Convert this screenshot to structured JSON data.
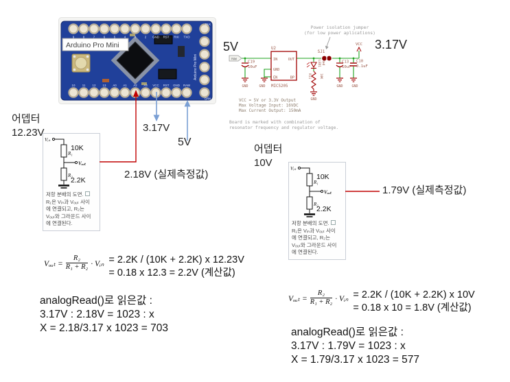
{
  "board": {
    "tooltip": "Arduino Pro Mini",
    "corner_top_label": "BLK",
    "corner_bottom_label": "GRN",
    "side_label": "Arduino Pro Mini",
    "top_pins": [
      "9",
      "8",
      "7",
      "6",
      "5",
      "4",
      "3",
      "2",
      "GND",
      "RST",
      "RXI",
      "TXO"
    ],
    "bottom_pins": [
      "10",
      "11",
      "12",
      "13",
      "A0",
      "A1",
      "A2",
      "A3",
      "VCC",
      "RST",
      "GND",
      "RAW"
    ]
  },
  "callouts": {
    "vcc_voltage": "3.17V",
    "raw_voltage": "5V",
    "left_adapter": [
      "어뎁터",
      "12.23V"
    ],
    "right_adapter": [
      "어뎁터",
      "10V"
    ],
    "left_measured": "2.18V (실제측정값)",
    "right_measured": "1.79V (실제측정값)"
  },
  "schematic": {
    "input_voltage": "5V",
    "output_voltage": "3.17V",
    "jumper_note": [
      "Power isolation jumper",
      "(for low power aplications)"
    ],
    "sj1": "SJ1",
    "u2": "U2",
    "part": "MIC5205",
    "raw": "RAW",
    "vcc": "VCC",
    "gnd": "GND",
    "pins": {
      "in": "IN",
      "out": "OUT",
      "gnd": "GND",
      "en": "EN",
      "bp": "BP"
    },
    "c19": "C19",
    "c19_value": "10uF",
    "led": "LED1",
    "led_color": "Red",
    "r11": "R11",
    "r11_value": "10K",
    "c13": "C13",
    "c13_value": "10uF",
    "c10": "C10",
    "c10_value": "0.1uF",
    "specs": [
      "VCC = 5V or 3.3V Output",
      "Max Voltage Input: 16VDC",
      "Max Current Output: 150mA"
    ],
    "board_note": [
      "Board is marked with combination of",
      "resonator frequency and regulator voltage."
    ]
  },
  "divider": {
    "vin": "Vᵢₙ",
    "vout": "Vₒᵤₜ",
    "r1": "R₁",
    "r2": "R₂",
    "r1_value": "10K",
    "r2_value": "2.2K",
    "caption": [
      "저항 분배의 도면.",
      "R₁은 Vᵢₙ과 Vₒᵤₜ 사이",
      "에 연결되고, R₂는",
      "Vₒᵤₜ와 그라운드 사이",
      "에 연결된다."
    ]
  },
  "formulas": {
    "lhs": "Vₒᵤₜ =",
    "numerator": "R₂",
    "denominator": "R₁ + R₂",
    "multiplier": "· Vᵢₙ",
    "left": {
      "calc1": "= 2.2K / (10K + 2.2K) x 12.23V",
      "calc2": "= 0.18 x 12.3 = 2.2V (계산값)"
    },
    "right": {
      "calc1": "= 2.2K / (10K + 2.2K) x 10V",
      "calc2": "= 0.18 x 10 = 1.8V (계산값)"
    }
  },
  "analog_read": {
    "left": [
      "analogRead()로 읽은값 :",
      "3.17V : 2.18V = 1023 : x",
      "X = 2.18/3.17 x 1023 = 703"
    ],
    "right": [
      "analogRead()로 읽은값 :",
      "3.17V : 1.79V = 1023 : x",
      "X = 1.79/3.17 x 1023 = 577"
    ]
  },
  "colors": {
    "wire_red": "#c00000",
    "arrow_blue": "#7a9fd4",
    "pcb_blue": "#20409a",
    "schematic_wire": "#1ba11b",
    "schematic_component": "#a00000"
  }
}
